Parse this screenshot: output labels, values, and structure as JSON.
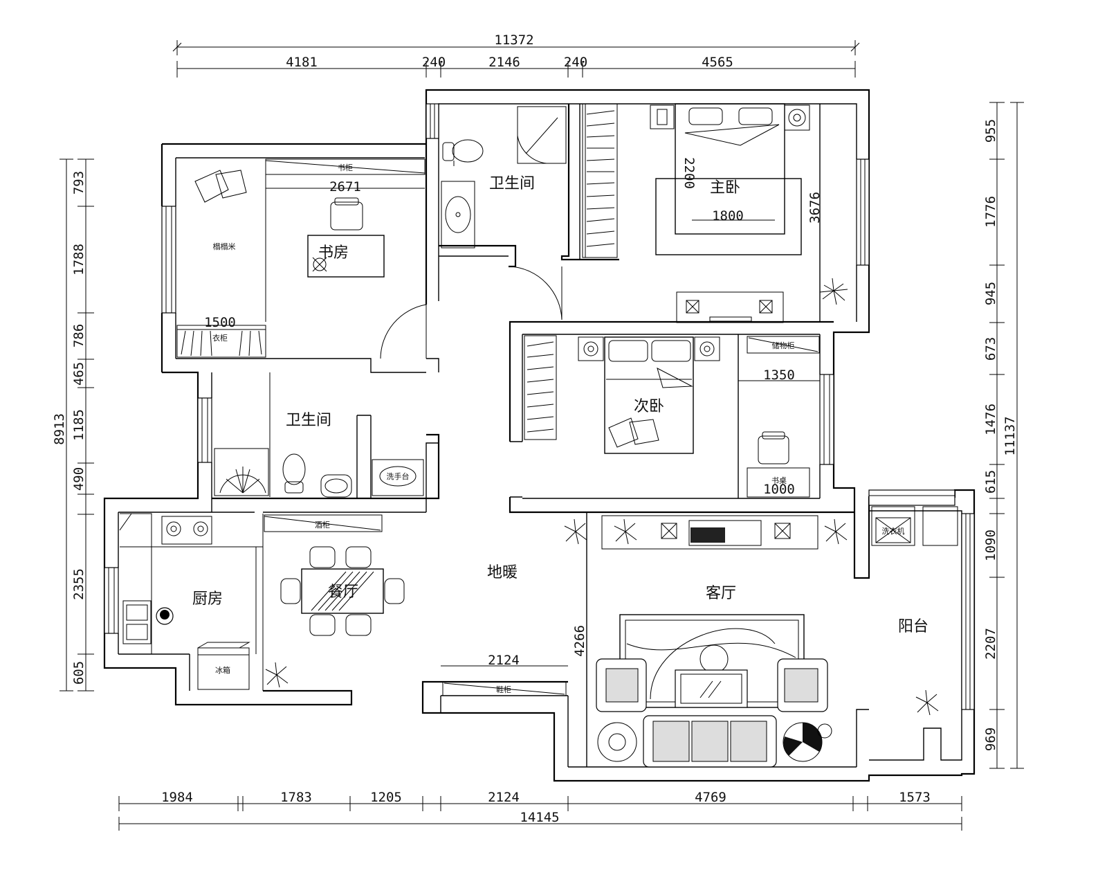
{
  "dimensions": {
    "top_total": "11372",
    "top_segments": [
      "4181",
      "240",
      "2146",
      "240",
      "4565"
    ],
    "bottom_segments": [
      "1984",
      "1783",
      "1205",
      "2124",
      "4769",
      "1573"
    ],
    "bottom_total": "14145",
    "left_total": "8913",
    "left_segments": [
      "793",
      "1788",
      "786",
      "465",
      "1185",
      "490",
      "2355",
      "605"
    ],
    "right_total": "11137",
    "right_segments": [
      "955",
      "1776",
      "945",
      "673",
      "1476",
      "615",
      "1090",
      "2207",
      "969"
    ],
    "interior": {
      "study_wardrobe_width": "2671",
      "study_bed_width": "1500",
      "master_bed_length": "2200",
      "master_bed_width": "1800",
      "master_room_depth": "3676",
      "second_study_width": "1350",
      "second_desk_width": "1000",
      "shoe_cabinet_width": "2124",
      "living_depth": "4266"
    }
  },
  "rooms": {
    "bathroom_top": "卫生间",
    "master_bedroom": "主卧",
    "study": "书房",
    "bathroom_mid": "卫生间",
    "second_bedroom": "次卧",
    "kitchen": "厨房",
    "dining": "餐厅",
    "floor_heating": "地暖",
    "living_room": "客厅",
    "balcony": "阳台"
  },
  "furniture_labels": {
    "bookshelf": "书柜",
    "tatami": "榻榻米",
    "wardrobe_study": "衣柜",
    "storage_cabinet": "储物柜",
    "desk": "书桌",
    "wash_basin": "洗手台",
    "wine_cabinet": "酒柜",
    "fridge": "冰箱",
    "shoe_cabinet": "鞋柜",
    "washer": "洗衣机"
  },
  "colors": {
    "line": "#000000",
    "background": "#ffffff"
  }
}
